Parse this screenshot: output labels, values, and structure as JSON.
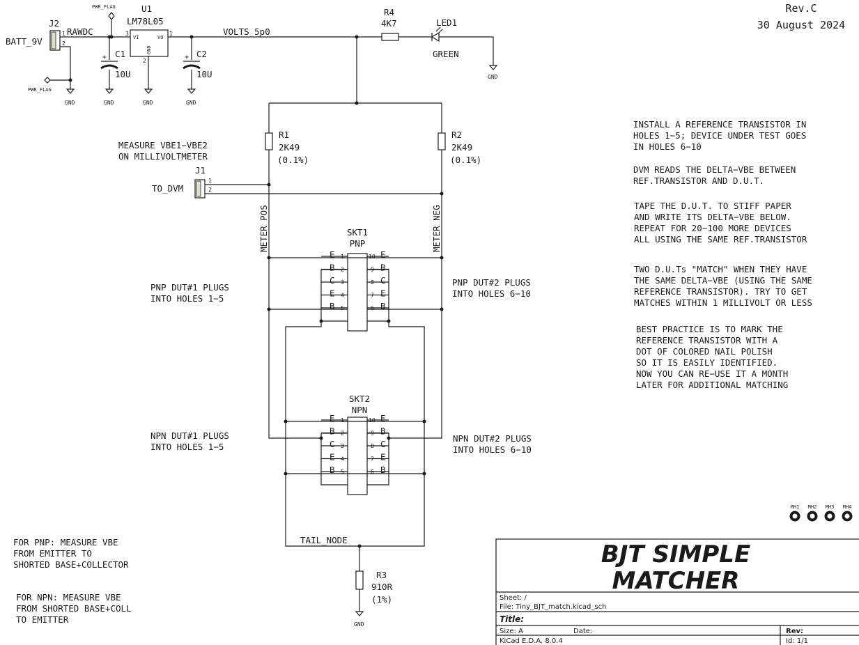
{
  "revision": {
    "rev": "Rev.C",
    "date": "30 August 2024"
  },
  "components": {
    "j2": {
      "ref": "J2",
      "value": "BATT_9V",
      "pin1": "1",
      "pin2": "2"
    },
    "u1": {
      "ref": "U1",
      "value": "LM78L05",
      "pin_vi": "VI",
      "pin_vo": "VO",
      "pin_gnd": "GND",
      "pin1": "1",
      "pin2": "2",
      "pin3": "3"
    },
    "c1": {
      "ref": "C1",
      "value": "10U",
      "plus": "+"
    },
    "c2": {
      "ref": "C2",
      "value": "10U",
      "plus": "+"
    },
    "r4": {
      "ref": "R4",
      "value": "4K7"
    },
    "led1": {
      "ref": "LED1",
      "value": "GREEN"
    },
    "r1": {
      "ref": "R1",
      "value": "2K49",
      "tol": "(0.1%)"
    },
    "r2": {
      "ref": "R2",
      "value": "2K49",
      "tol": "(0.1%)"
    },
    "j1": {
      "ref": "J1",
      "value": "TO_DVM",
      "pin1": "1",
      "pin2": "2"
    },
    "skt1": {
      "ref": "SKT1",
      "value": "PNP"
    },
    "skt2": {
      "ref": "SKT2",
      "value": "NPN"
    },
    "r3": {
      "ref": "R3",
      "value": "910R",
      "tol": "(1%)"
    },
    "mh": [
      "MH1",
      "MH2",
      "MH3",
      "MH4"
    ]
  },
  "socket_pins": {
    "left": [
      {
        "label": "E",
        "num": "1"
      },
      {
        "label": "B",
        "num": "2"
      },
      {
        "label": "C",
        "num": "3"
      },
      {
        "label": "E",
        "num": "4"
      },
      {
        "label": "B",
        "num": "5"
      }
    ],
    "right": [
      {
        "label": "E",
        "num": "10"
      },
      {
        "label": "B",
        "num": "9"
      },
      {
        "label": "C",
        "num": "8"
      },
      {
        "label": "E",
        "num": "7"
      },
      {
        "label": "B",
        "num": "6"
      }
    ]
  },
  "nets": {
    "rawdc": "RAWDC",
    "volts": "VOLTS_5p0",
    "meter_pos": "METER_POS",
    "meter_neg": "METER_NEG",
    "tail": "TAIL_NODE",
    "gnd": "GND",
    "pwr_flag": "PWR_FLAG"
  },
  "notes": {
    "measure": [
      "MEASURE VBE1−VBE2",
      "ON MILLIVOLTMETER"
    ],
    "pnp_dut1": [
      "PNP DUT#1 PLUGS",
      "INTO HOLES 1−5"
    ],
    "pnp_dut2": [
      "PNP DUT#2 PLUGS",
      "INTO HOLES 6−10"
    ],
    "npn_dut1": [
      "NPN DUT#1 PLUGS",
      "INTO HOLES 1−5"
    ],
    "npn_dut2": [
      "NPN DUT#2 PLUGS",
      "INTO HOLES 6−10"
    ],
    "pnp_measure": [
      "FOR PNP: MEASURE VBE",
      "FROM EMITTER TO",
      "SHORTED BASE+COLLECTOR"
    ],
    "npn_measure": [
      "FOR NPN: MEASURE VBE",
      "FROM SHORTED BASE+COLL",
      "TO EMITTER"
    ],
    "instructions": [
      [
        "INSTALL A REFERENCE TRANSISTOR IN",
        "HOLES 1−5; DEVICE UNDER TEST GOES",
        "IN HOLES 6−10"
      ],
      [
        "DVM READS THE DELTA−VBE BETWEEN",
        "REF.TRANSISTOR AND D.U.T."
      ],
      [
        "TAPE THE D.U.T. TO STIFF PAPER",
        "AND WRITE ITS DELTA−VBE BELOW.",
        "REPEAT FOR 20−100 MORE DEVICES",
        "ALL USING THE SAME REF.TRANSISTOR"
      ],
      [
        "TWO D.U.Ts \"MATCH\" WHEN THEY HAVE",
        "THE SAME DELTA−VBE (USING THE SAME",
        "REFERENCE TRANSISTOR).  TRY TO GET",
        "MATCHES WITHIN 1 MILLIVOLT OR LESS"
      ],
      [
        "BEST PRACTICE IS TO MARK THE",
        "REFERENCE TRANSISTOR WITH A",
        "DOT OF COLORED NAIL POLISH",
        "SO IT IS EASILY IDENTIFIED.",
        "NOW YOU CAN RE−USE IT A MONTH",
        "LATER FOR ADDITIONAL MATCHING"
      ]
    ]
  },
  "title_block": {
    "big_title_1": "BJT SIMPLE",
    "big_title_2": "MATCHER",
    "sheet": "Sheet: /",
    "file": "File: Tiny_BJT_match.kicad_sch",
    "title_label": "Title:",
    "size": "Size: A",
    "date_label": "Date:",
    "rev_label": "Rev:",
    "tool": "KiCad E.D.A. 8.0.4",
    "id": "Id: 1/1"
  }
}
